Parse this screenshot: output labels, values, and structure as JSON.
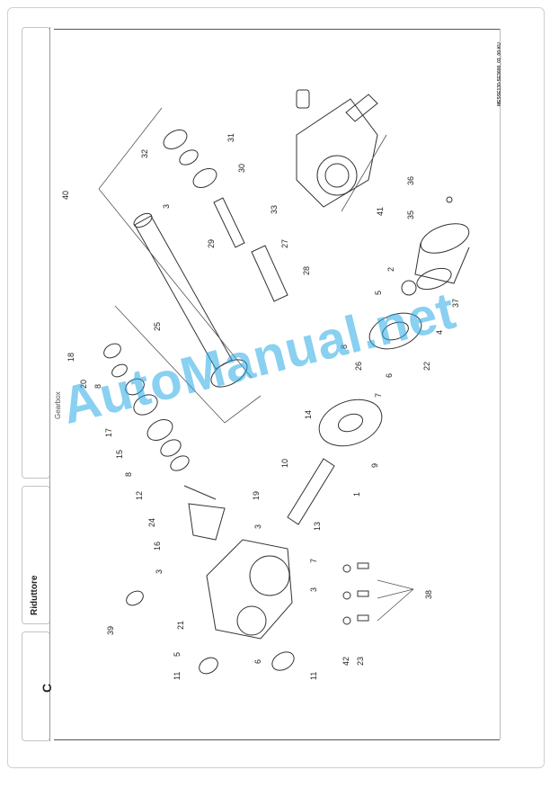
{
  "section": {
    "letter": "C",
    "title": "Riduttore",
    "subtitle": "Gearbox"
  },
  "doc_code": "MESSE130-SE3600_03_00-KU",
  "watermark": "AutoManual.net",
  "callouts": [
    "1",
    "2",
    "3",
    "3",
    "3",
    "3",
    "4",
    "5",
    "5",
    "6",
    "6",
    "7",
    "7",
    "8",
    "8",
    "8",
    "9",
    "10",
    "11",
    "11",
    "12",
    "13",
    "14",
    "15",
    "16",
    "17",
    "18",
    "19",
    "20",
    "21",
    "22",
    "23",
    "24",
    "25",
    "26",
    "27",
    "28",
    "29",
    "30",
    "31",
    "32",
    "33",
    "35",
    "36",
    "37",
    "38",
    "39",
    "40",
    "41",
    "42"
  ]
}
